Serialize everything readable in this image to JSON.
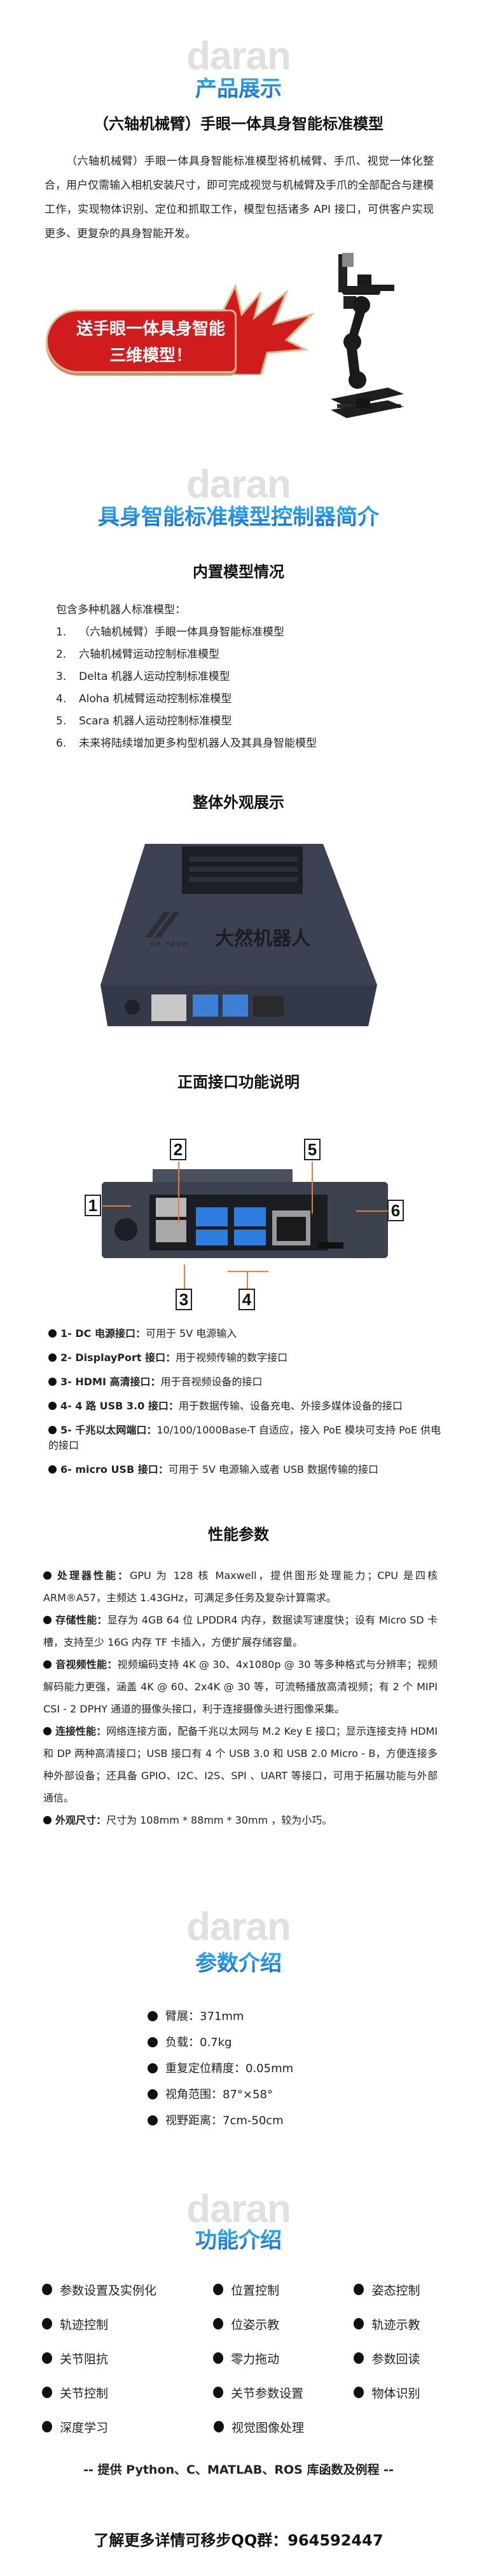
{
  "logo_text": "daran",
  "section1": {
    "title": "产品展示",
    "subtitle": "（六轴机械臂）手眼一体具身智能标准模型",
    "description": "（六轴机械臂）手眼一体具身智能标准模型将机械臂、手爪、视觉一体化整合，用户仅需输入相机安装尺寸，即可完成视觉与机械臂及手爪的全部配合与建模工作，实现物体识别、定位和抓取工作，模型包括诸多 API 接口，可供客户实现更多、更复杂的具身智能开发。",
    "banner_line1": "送手眼一体具身智能",
    "banner_line2": "三维模型！",
    "banner_color": "#d01c1c",
    "image_alt": "六轴机械臂"
  },
  "section2": {
    "title": "具身智能标准模型控制器简介",
    "builtin_title": "内置模型情况",
    "list_head": "包含多种机器人标准模型：",
    "list": [
      {
        "num": "1.",
        "text": "（六轴机械臂）手眼一体具身智能标准模型"
      },
      {
        "num": "2.",
        "text": "六轴机械臂运动控制标准模型"
      },
      {
        "num": "3.",
        "text": "Delta 机器人运动控制标准模型"
      },
      {
        "num": "4.",
        "text": "Aloha 机械臂运动控制标准模型"
      },
      {
        "num": "5.",
        "text": "Scara 机器人运动控制标准模型"
      },
      {
        "num": "6.",
        "text": "未来将陆续增加更多构型机器人及其具身智能模型"
      }
    ],
    "appearance_title": "整体外观展示",
    "device_brand": "大然机器人",
    "device_brand_sub": "DR TECH",
    "front_title": "正面接口功能说明",
    "port_labels": [
      "1",
      "2",
      "3",
      "4",
      "5",
      "6"
    ],
    "ports": [
      {
        "label": "1- DC 电源接口：",
        "desc": "可用于 5V 电源输入"
      },
      {
        "label": "2- DisplayPort 接口：",
        "desc": "用于视频传输的数字接口"
      },
      {
        "label": "3- HDMI 高清接口：",
        "desc": "用于音视频设备的接口"
      },
      {
        "label": "4- 4 路 USB 3.0 接口：",
        "desc": "用于数据传输、设备充电、外接多媒体设备的接口"
      },
      {
        "label": "5- 千兆以太网端口：",
        "desc": "10/100/1000Base-T 自适应，接入 PoE 模块可支持 PoE 供电的接口"
      },
      {
        "label": "6- micro USB 接口：",
        "desc": "可用于 5V 电源输入或者 USB 数据传输的接口"
      }
    ],
    "perf_title": "性能参数",
    "perf": [
      {
        "label": "处理器性能：",
        "desc": "GPU 为 128 核 Maxwell，提供图形处理能力；CPU 是四核 ARM®A57，主频达 1.43GHz，可满足多任务及复杂计算需求。"
      },
      {
        "label": "存储性能：",
        "desc": "显存为 4GB 64 位 LPDDR4 内存，数据读写速度快；设有 Micro SD 卡槽，支持至少 16G 内存 TF 卡插入，方便扩展存储容量。"
      },
      {
        "label": "音视频性能：",
        "desc": "视频编码支持 4K @ 30、4x1080p @ 30 等多种格式与分辨率；视频解码能力更强，涵盖 4K @ 60、2x4K @ 30 等，可流畅播放高清视频；有 2 个 MIPI CSI - 2 DPHY 通道的摄像头接口，利于连接摄像头进行图像采集。"
      },
      {
        "label": "连接性能：",
        "desc": "网络连接方面，配备千兆以太网与 M.2 Key E 接口；显示连接支持 HDMI 和 DP 两种高清接口；USB 接口有 4 个 USB 3.0 和 USB 2.0 Micro - B，方便连接多种外部设备；还具备 GPIO、I2C、I2S、SPI 、UART 等接口，可用于拓展功能与外部通信。"
      },
      {
        "label": "外观尺寸：",
        "desc": "尺寸为 108mm * 88mm * 30mm ，较为小巧。"
      }
    ]
  },
  "section3": {
    "title": "参数介绍",
    "params": [
      "臂展：371mm",
      "负载：0.7kg",
      "重复定位精度：0.05mm",
      "视角范围：87°×58°",
      "视野距离：7cm-50cm"
    ]
  },
  "section4": {
    "title": "功能介绍",
    "rows": [
      [
        "参数设置及实例化",
        "位置控制",
        "姿态控制"
      ],
      [
        "轨迹控制",
        "位姿示教",
        "轨迹示教"
      ],
      [
        "关节阻抗",
        "零力拖动",
        "参数回读"
      ],
      [
        "关节控制",
        "关节参数设置",
        "物体识别"
      ],
      [
        "深度学习",
        "视觉图像处理",
        ""
      ]
    ],
    "note": "-- 提供 Python、C、MATLAB、ROS 库函数及例程 --",
    "contact": "了解更多详情可移步QQ群：964592447"
  },
  "colors": {
    "title_blue_top": "#2bb0f0",
    "title_blue_bottom": "#1565e0",
    "logo_gray": "#e0e0e0",
    "label_orange": "#e8803a",
    "device_body": "#3a4150"
  }
}
